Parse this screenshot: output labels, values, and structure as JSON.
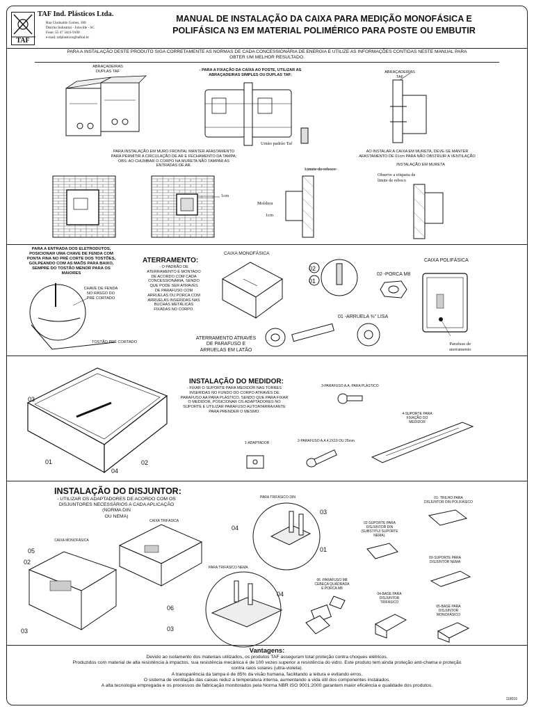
{
  "company": {
    "name": "TAF Ind. Plásticos Ltda.",
    "logo_text": "TAF",
    "address": "Rua Clodoaldo Gomes, 300",
    "district": "Distrito Industrial - Joinville - SC",
    "phone": "Fone: 55 47 3441-9100",
    "email": "e-mail: tafplasticos@tafind.br"
  },
  "title": {
    "line1": "MANUAL DE INSTALAÇÃO DA CAIXA PARA MEDIÇÃO MONOFÁSICA E",
    "line2": "POLIFÁSICA N3 EM MATERIAL POLIMÉRICO PARA POSTE OU EMBUTIR"
  },
  "intro": {
    "line1": "PARA A INSTALAÇÃO DESTE PRODUTO SIGA CORRETAMENTE AS NORMAS DE CADA CONCESSIONÁRIA DE ENERGIA  E UTILIZE AS INFORMAÇÕES CONTIDAS NESTE MANUAL PARA",
    "line2": "OBTER UM MELHOR RESULTADO."
  },
  "section1": {
    "abracadeiras_duplas": [
      "ABRAÇADEIRAS",
      "DUPLAS TAF"
    ],
    "fixacao_poste": [
      "- PARA A FIXAÇÃO DA CAIXA AO POSTE, UTILIZAR AS",
      "ABRAÇADEIRAS SIMPLES OU DUPLAS TAF;"
    ],
    "abracadeiras_taf": [
      "ABRAÇADEIRAS",
      "TAF"
    ],
    "uniao_padrao": "União padrão Taf",
    "muro_frontal": [
      "PARA INSTALAÇÃO EM MURO FRONTAL MANTER AFASTAMENTO",
      "PARA PERMITIR A CIRCULAÇÃO DE AR E FECHAMENTO DA TAMPA;",
      "OBS: AO CHUMBAR O CORPO NA MURETA NÃO TAMPAR AS",
      "ENTRADAS DE AR."
    ],
    "mureta_afastamento": [
      "AO INSTALAR A CAIXA EM MURETA, DEVE-SE MANTER",
      "AFASTAMENTO DE 01cm PARA NÃO OBSTRUIR A VENTILAÇÃO"
    ],
    "instalacao_mureta": "INSTALAÇÃO EM MURETA",
    "limite_reboco": "Limite do reboco",
    "observe_etiqueta": [
      "Observe a etiqueta de",
      "limite de reboco"
    ],
    "moldura": "Moldura",
    "one_cm_a": "1cm",
    "one_cm_b": "1cm"
  },
  "section2": {
    "eletrodutos": [
      "PARA A ENTRADA DOS ELETRODUTOS,",
      "POSICIONAR UMA CHAVE DE FENDA COM",
      "PONTA FINA NO PRÉ CORTE DOS TOSTÕES,",
      "GOLPEANDO COM AS MAÕS PARA BAIXO,",
      "SEMPRE DO TOSTÃO MENOR PARA OS",
      "MAIORES"
    ],
    "chave_fenda": [
      "CHAVE DE FENDA",
      "NO RASGO DO",
      "PRÉ CORTADO"
    ],
    "tostao": "TOSTÃO PRÉ CORTADO",
    "aterramento_title": "ATERRAMENTO",
    "aterramento_text": [
      "- O PADRÃO DE",
      "ATERRAMENTO É MONTADO",
      "DE ACORDO COM CADA",
      "CONCESSIONÁRIA, SENDO",
      "QUE PODE SER ATRAVÉS",
      "DE PARAFUSO COM",
      "ARRUELAS OU PORCA COM",
      "ARRUELAS INSERIDAS NAS",
      "BUCHAS METÁLICAS",
      "FIXADAS NO CORPO."
    ],
    "caixa_monofasica": "CAIXA MONOFÁSICA",
    "caixa_polifasica": "CAIXA POLIFÁSICA",
    "porca_m8": "02 -PORCA M8",
    "arruela": "01 -ARRUELA ⅜\" LISA",
    "num_02": "02",
    "num_01": "01",
    "aterramento_parafuso": [
      "ATERRAMENTO ATRAVÉS",
      "DE PARAFUSO E",
      "ARRUELAS EM LATÃO"
    ],
    "parafuso_aterramento": [
      "Parafuso de",
      "aterramento"
    ]
  },
  "section3": {
    "title": "INSTALAÇÃO  DO MEDIDOR:",
    "text": [
      "- FIXAR O SUPORTE PARA MEDIDOR NAS TORRES",
      "INSERIDAS NO FUNDO DO CORPO ATRAVÉS DE",
      "PARAFUSO AA PARA PLÁSTICO, SENDO QUE PARA FIXAR",
      "O MEDIDOR, POSICIONAR OS ADAPTADORES NO",
      "SUPORTE E UTILIZAR PARAFUSO AUTOATARRAXANTE",
      "PARA PRENDER O MESMO."
    ],
    "parafuso_aa": "3-PARAFUSO A.A. PARA PLÁSTICO",
    "suporte": [
      "4-SUPORTE PARA",
      "FIXAÇÃO DO",
      "MEDIDOR"
    ],
    "adaptador": "1-ADAPTADOR",
    "parafuso_2": "2-PARAFUSO A.A 4,2X19 OU 25mm",
    "nums": [
      "03",
      "01",
      "04",
      "02"
    ]
  },
  "section4": {
    "title": "INSTALAÇÃO DO DISJUNTOR:",
    "text": [
      "- UTILIZAR OS ADAPTADORES DE ACORDO COM OS",
      "DISJUNTORES NECESSÁRIOS A CADA APLICAÇÃO (NORMA DIN",
      "OU NEMA)"
    ],
    "caixa_trifasica": "CAIXA TRIFÁSICA",
    "caixa_monofasica": "CAIXA MONOFÁSICA",
    "trifasico_din": "PARA TRIFÁSICO DIN",
    "trifasico_nema": "PARA TRIFÁSICO NEMA",
    "trilho": [
      "01- TRILHO PARA",
      "DISJUNTOR DIN POLIFÁSICO"
    ],
    "suporte_din": [
      "02-SUPORTE PARA",
      "DISJUNTOR DIN",
      "(SUBSTITUI SUPORTE",
      "NEMA)."
    ],
    "suporte_nema": [
      "03-SUPORTE PARA",
      "DISJUNTOR NEMA"
    ],
    "parafuso_m8": [
      "06 -PARAFUSO M8",
      "CEBEÇA QUADRADA",
      "E PORCA M8"
    ],
    "base_trifasico": [
      "04-BASE PARA",
      "DISJUNTOR",
      "TRIFÁSICO"
    ],
    "base_monofasico": [
      "05-BASE PARA",
      "DISJUNTOR",
      "MONOFÁSICO"
    ],
    "nums": [
      "04",
      "03",
      "01",
      "05",
      "02",
      "03",
      "06",
      "04",
      "03"
    ]
  },
  "footer": {
    "title": "Vantagens:",
    "lines": [
      "Devido ao isolamento dos materiais utilizados, os produtos TAF asseguram total proteção contra choques elétricos.",
      "Produzidos com material de alta resistência à impactos, sua resistência mecânica é de 100 vezes superior a resistência do vidro. Este produto tem ainda proteção anti-chama e proteção",
      "contra raios solares (ultra-violeta).",
      "A transparência da tampa é de 85% da visão humana, facilitando a leitura e evitando erros.",
      "O sistema de ventilação das caixas reduz a temperatura interna, aumentando a vida útil dos componentes instalados.",
      "A alta tecnologia empregada e os processos de fabricação monitorados pela Norma NBR ISO 9001:2000 garantem maior eficiência e qualidade dos produtos."
    ],
    "code": "118016"
  }
}
